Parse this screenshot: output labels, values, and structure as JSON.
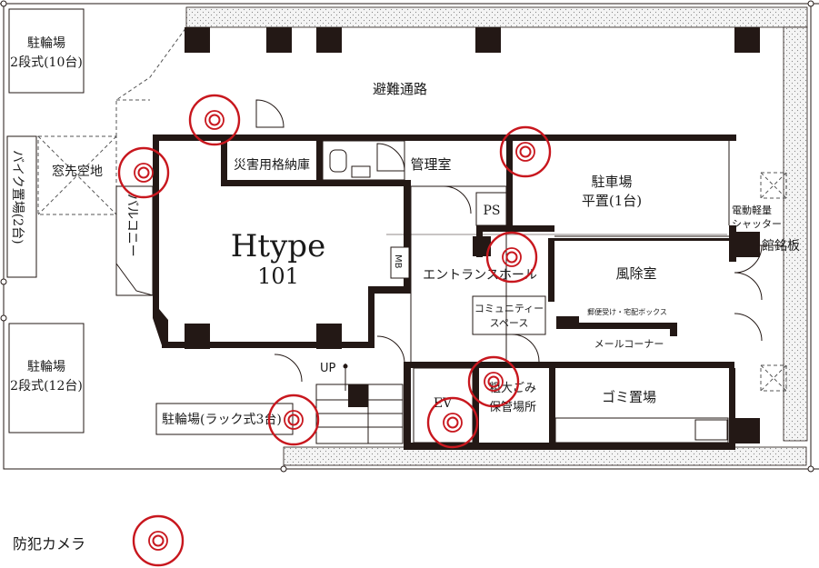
{
  "rooms": {
    "bike_top": "駐輪場",
    "bike_top_sub": "2段式(10台)",
    "evac": "避難通路",
    "bike_side": "バイク置場(2台)",
    "window_space": "窓先空地",
    "disaster_storage": "災害用格納庫",
    "mgmt": "管理室",
    "parking": "駐車場",
    "parking_sub": "平置(1台)",
    "shutter": "電動軽量",
    "shutter_sub": "シャッター",
    "nameplate": "館銘板",
    "balcony": "バルコニー",
    "unit_type": "Htype",
    "unit_no": "101",
    "mb": "MB",
    "ps": "PS",
    "entrance_hall": "エントランスホール",
    "windbreak": "風除室",
    "community": "コミュニティー",
    "community_sub": "スペース",
    "parcel_box": "郵便受け・宅配ボックス",
    "mail_corner": "メールコーナー",
    "up": "UP",
    "bike_left": "駐輪場",
    "bike_left_sub": "2段式(12台)",
    "bike_rack": "駐輪場(ラック式3台)",
    "ev": "EV",
    "bulky": "粗大ごみ",
    "bulky_sub": "保管場所",
    "garbage": "ゴミ置場"
  },
  "legend": {
    "label": "防犯カメラ"
  },
  "colors": {
    "camera": "#c8171e",
    "wall": "#231815"
  },
  "icons": {
    "camera": "security-camera-icon"
  }
}
